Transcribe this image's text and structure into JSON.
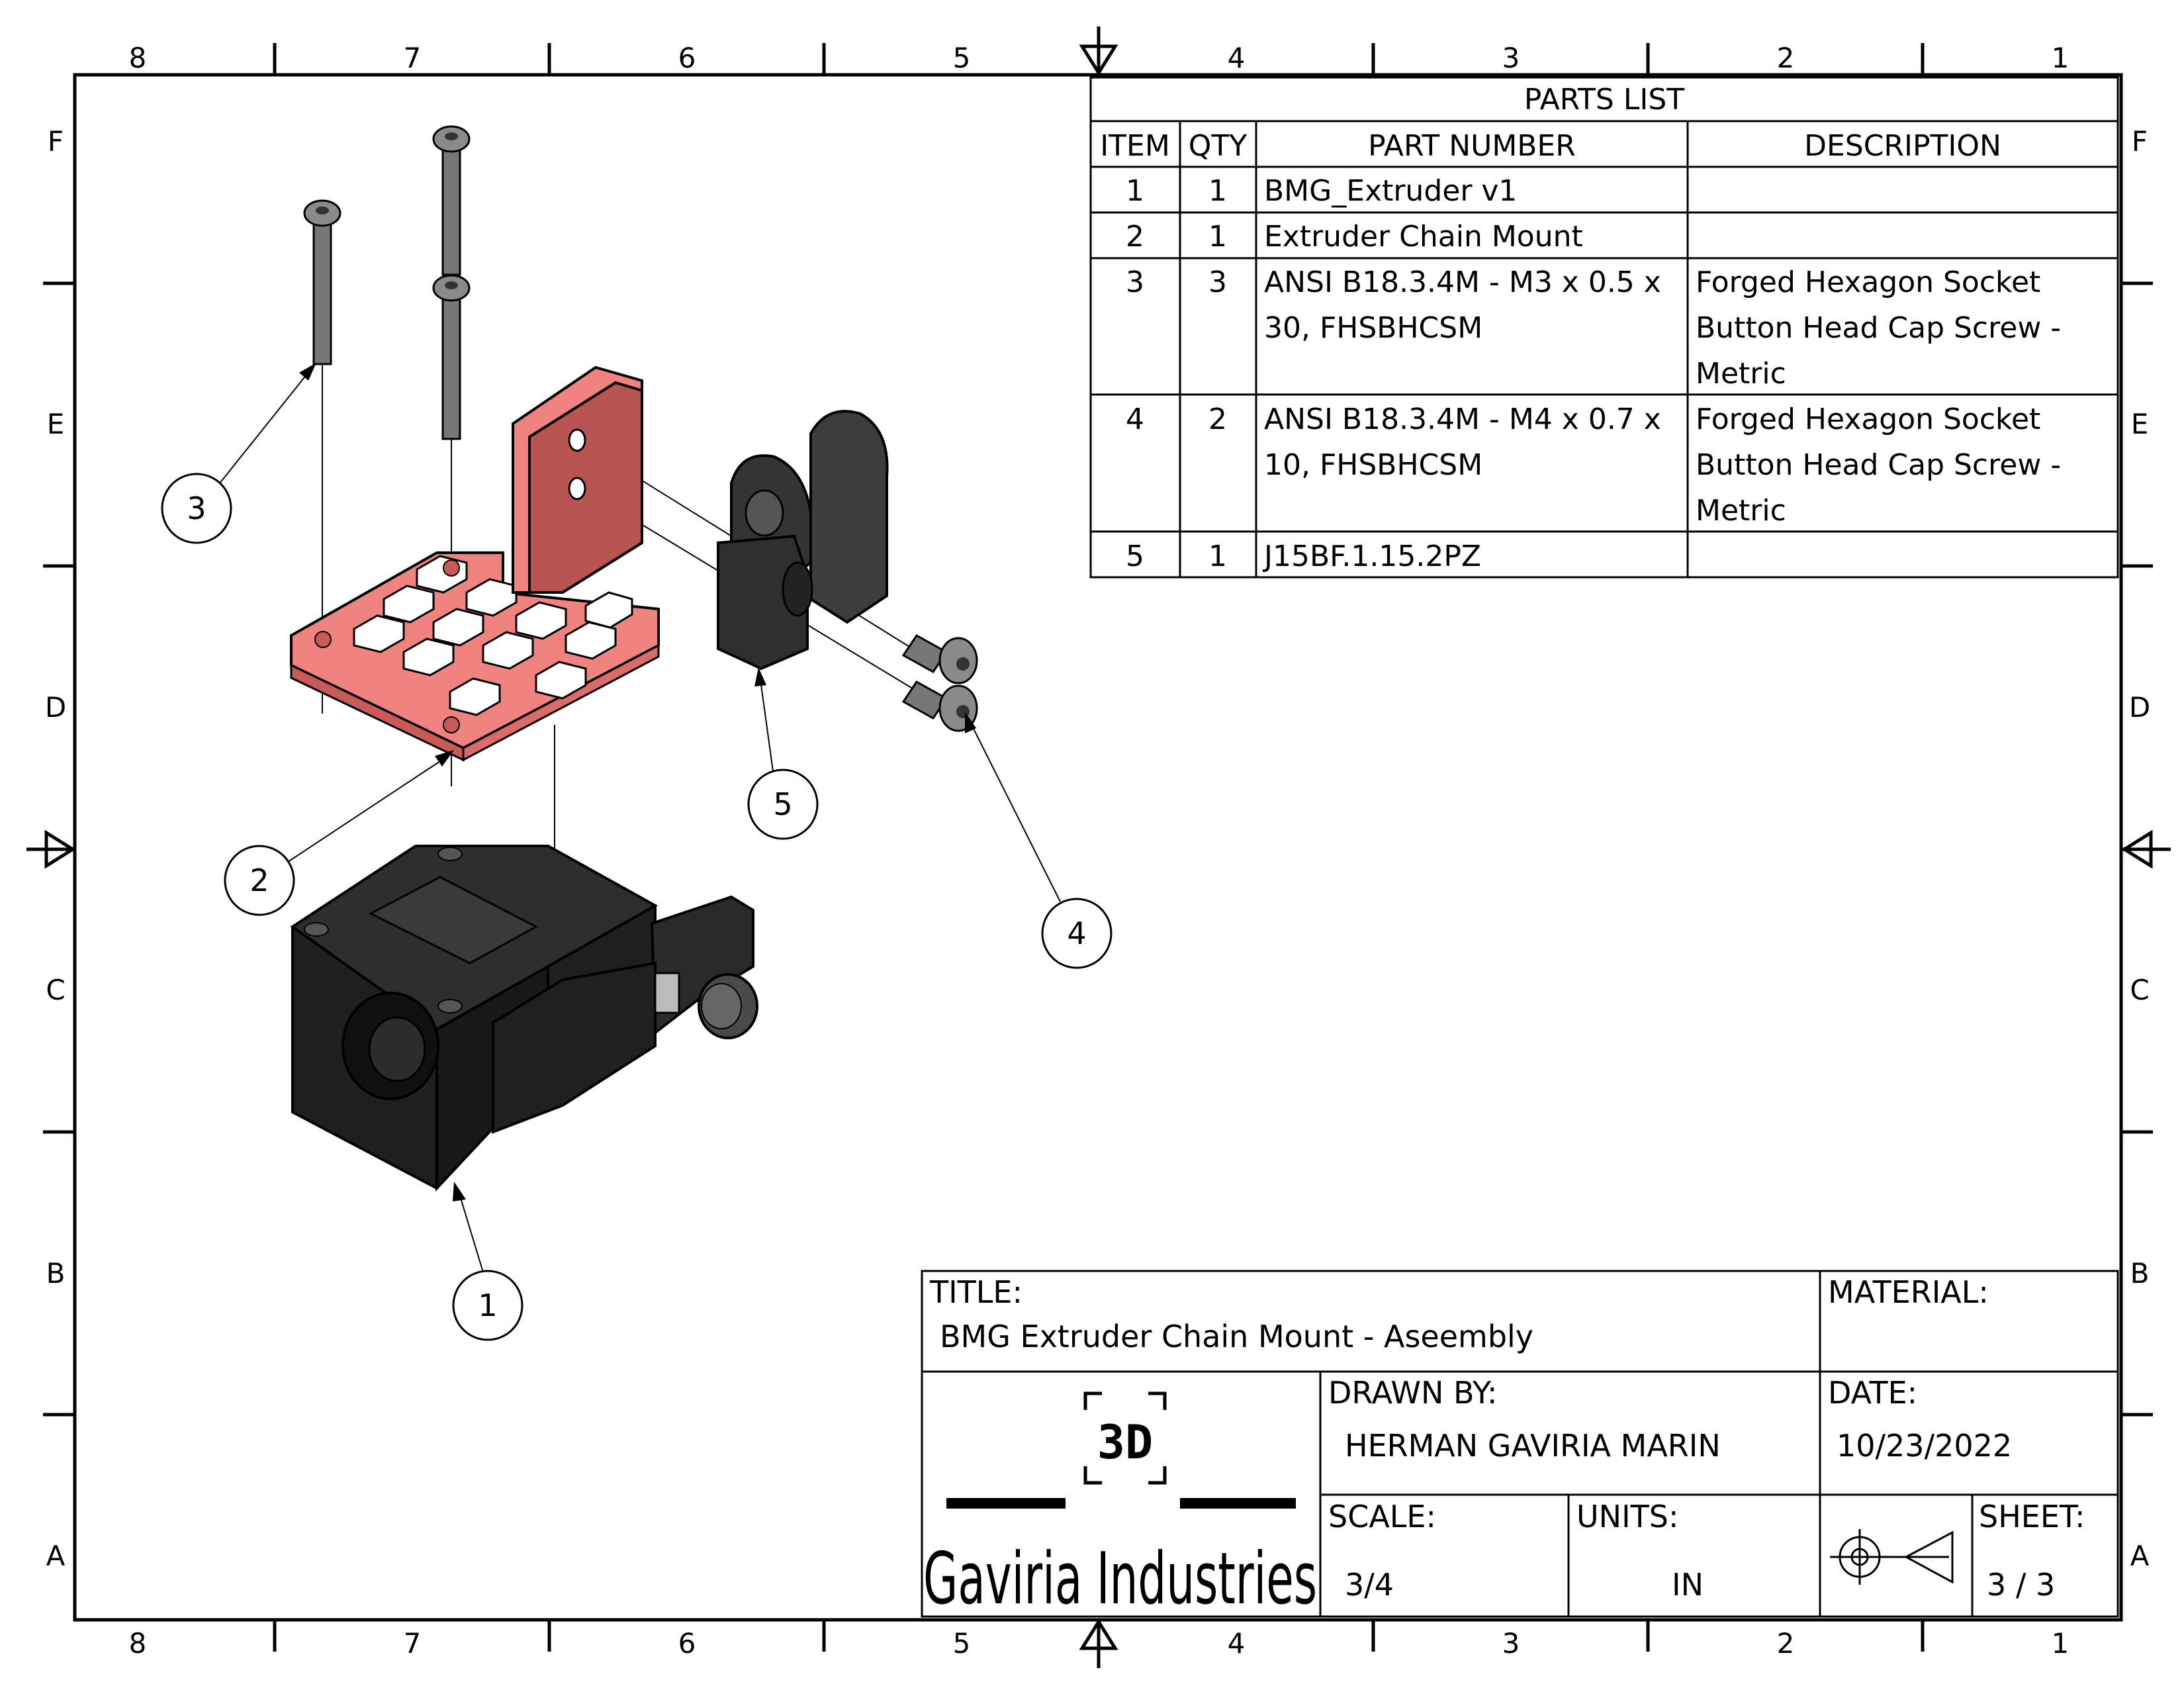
{
  "zones": {
    "columns": [
      "8",
      "7",
      "6",
      "5",
      "4",
      "3",
      "2",
      "1"
    ],
    "rows": [
      "F",
      "E",
      "D",
      "C",
      "B",
      "A"
    ]
  },
  "parts_list": {
    "title": "PARTS LIST",
    "headers": [
      "ITEM",
      "QTY",
      "PART NUMBER",
      "DESCRIPTION"
    ],
    "rows": [
      {
        "item": "1",
        "qty": "1",
        "part": [
          "BMG_Extruder v1"
        ],
        "desc": []
      },
      {
        "item": "2",
        "qty": "1",
        "part": [
          "Extruder Chain Mount"
        ],
        "desc": []
      },
      {
        "item": "3",
        "qty": "3",
        "part": [
          "ANSI B18.3.4M - M3 x 0.5 x",
          "30, FHSBHCSM"
        ],
        "desc": [
          "Forged Hexagon Socket",
          "Button Head Cap Screw -",
          "Metric"
        ]
      },
      {
        "item": "4",
        "qty": "2",
        "part": [
          "ANSI B18.3.4M - M4 x 0.7 x",
          "10, FHSBHCSM"
        ],
        "desc": [
          "Forged Hexagon Socket",
          "Button Head Cap Screw -",
          "Metric"
        ]
      },
      {
        "item": "5",
        "qty": "1",
        "part": [
          "J15BF.1.15.2PZ"
        ],
        "desc": []
      }
    ]
  },
  "balloons": [
    "1",
    "2",
    "3",
    "4",
    "5"
  ],
  "title_block": {
    "title_label": "TITLE:",
    "title_value": "BMG Extruder Chain Mount - Aseembly",
    "material_label": "MATERIAL:",
    "material_value": "",
    "drawn_by_label": "DRAWN BY:",
    "drawn_by_value": "HERMAN GAVIRIA MARIN",
    "date_label": "DATE:",
    "date_value": "10/23/2022",
    "scale_label": "SCALE:",
    "scale_value": "3/4",
    "units_label": "UNITS:",
    "units_value": "IN",
    "sheet_label": "SHEET:",
    "sheet_value": "3 / 3",
    "logo_mark": "3D",
    "company": "Gaviria Industries"
  },
  "colors": {
    "mount_pink": "#f0827f",
    "mount_dark": "#c85a58",
    "extruder_black": "#262626",
    "chain_gray": "#3d3d3d",
    "screw_gray": "#8a8a8a"
  }
}
